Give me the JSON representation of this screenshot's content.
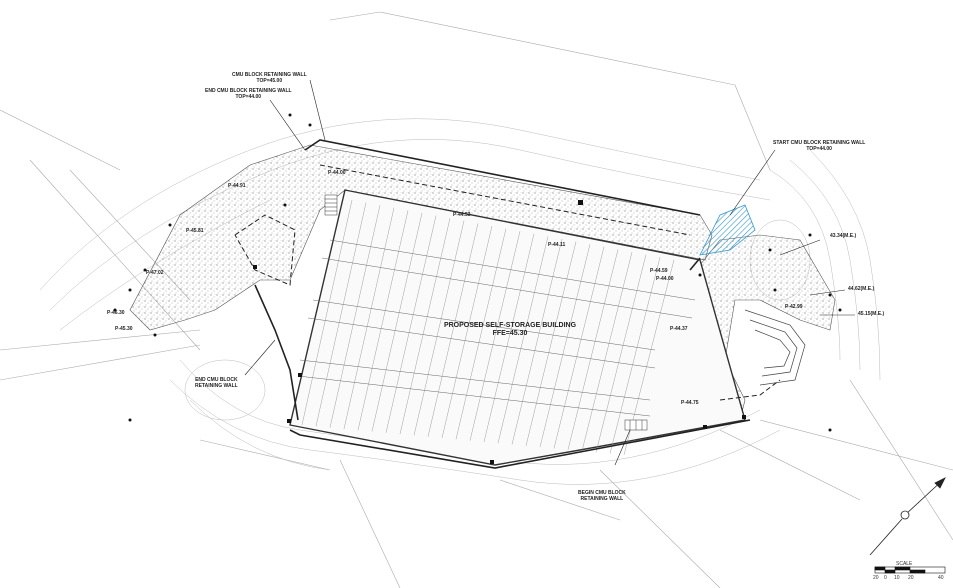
{
  "building": {
    "title": "PROPOSED SELF-STORAGE BUILDING",
    "ffe": "FFE=45.30"
  },
  "callouts": {
    "cmu_wall_top_line1": "CMU BLOCK RETAINING WALL",
    "cmu_wall_top_line2": "TOP=45.00",
    "end_cmu_top_line1": "END CMU BLOCK RETAINING WALL",
    "end_cmu_top_line2": "TOP=44.00",
    "start_cmu_line1": "START CMU BLOCK RETAINING WALL",
    "start_cmu_line2": "TOP=44.00",
    "end_cmu_left_line1": "END CMU BLOCK",
    "end_cmu_left_line2": "RETAINING WALL",
    "begin_cmu_line1": "BEGIN CMU BLOCK",
    "begin_cmu_line2": "RETAINING WALL"
  },
  "spot_elevations": {
    "e1": "P-44.00",
    "e2": "P-44.91",
    "e3": "P-45.81",
    "e4": "P-47.02",
    "e5": "P-46.30",
    "e6": "P-45.30",
    "e7": "P-44.53",
    "e8": "P-44.11",
    "e9": "P-44.59",
    "e10": "P-44.00",
    "e11": "P-44.37",
    "e12": "P-44.75",
    "e13": "P-42.99"
  },
  "match_elevations": {
    "m1": "43.34(M.E.)",
    "m2": "44.62(M.E.)",
    "m3": "45.15(M.E.)"
  },
  "scale_bar": {
    "label": "SCALE",
    "ticks": [
      "20",
      "0",
      "10",
      "20",
      "40"
    ]
  },
  "colors": {
    "linework": "#333333",
    "hatch": "#888888",
    "highlight": "#3399cc"
  }
}
